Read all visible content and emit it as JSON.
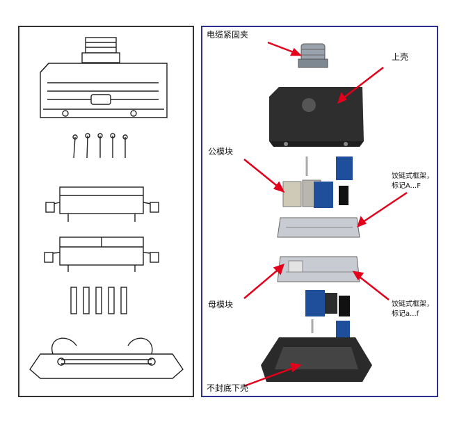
{
  "labels": {
    "cable_gland": "电缆紧固夹",
    "upper_housing": "上壳",
    "male_module": "公模块",
    "hinged_frame_upper": "饺链式框架，标记A...F",
    "hinged_frame_upper_line1": "饺链式框架，",
    "hinged_frame_upper_line2": "标记A...F",
    "female_module": "母模块",
    "hinged_frame_lower_line1": "饺链式框架，",
    "hinged_frame_lower_line2": "标记a...f",
    "lower_housing": "不封底下壳"
  },
  "colors": {
    "left_border": "#333333",
    "right_border": "#2b2f8f",
    "arrow": "#e2001a",
    "housing": "#2e2e2e",
    "module_blue": "#1f4f9a",
    "frame_metal": "#c8ccd2"
  }
}
